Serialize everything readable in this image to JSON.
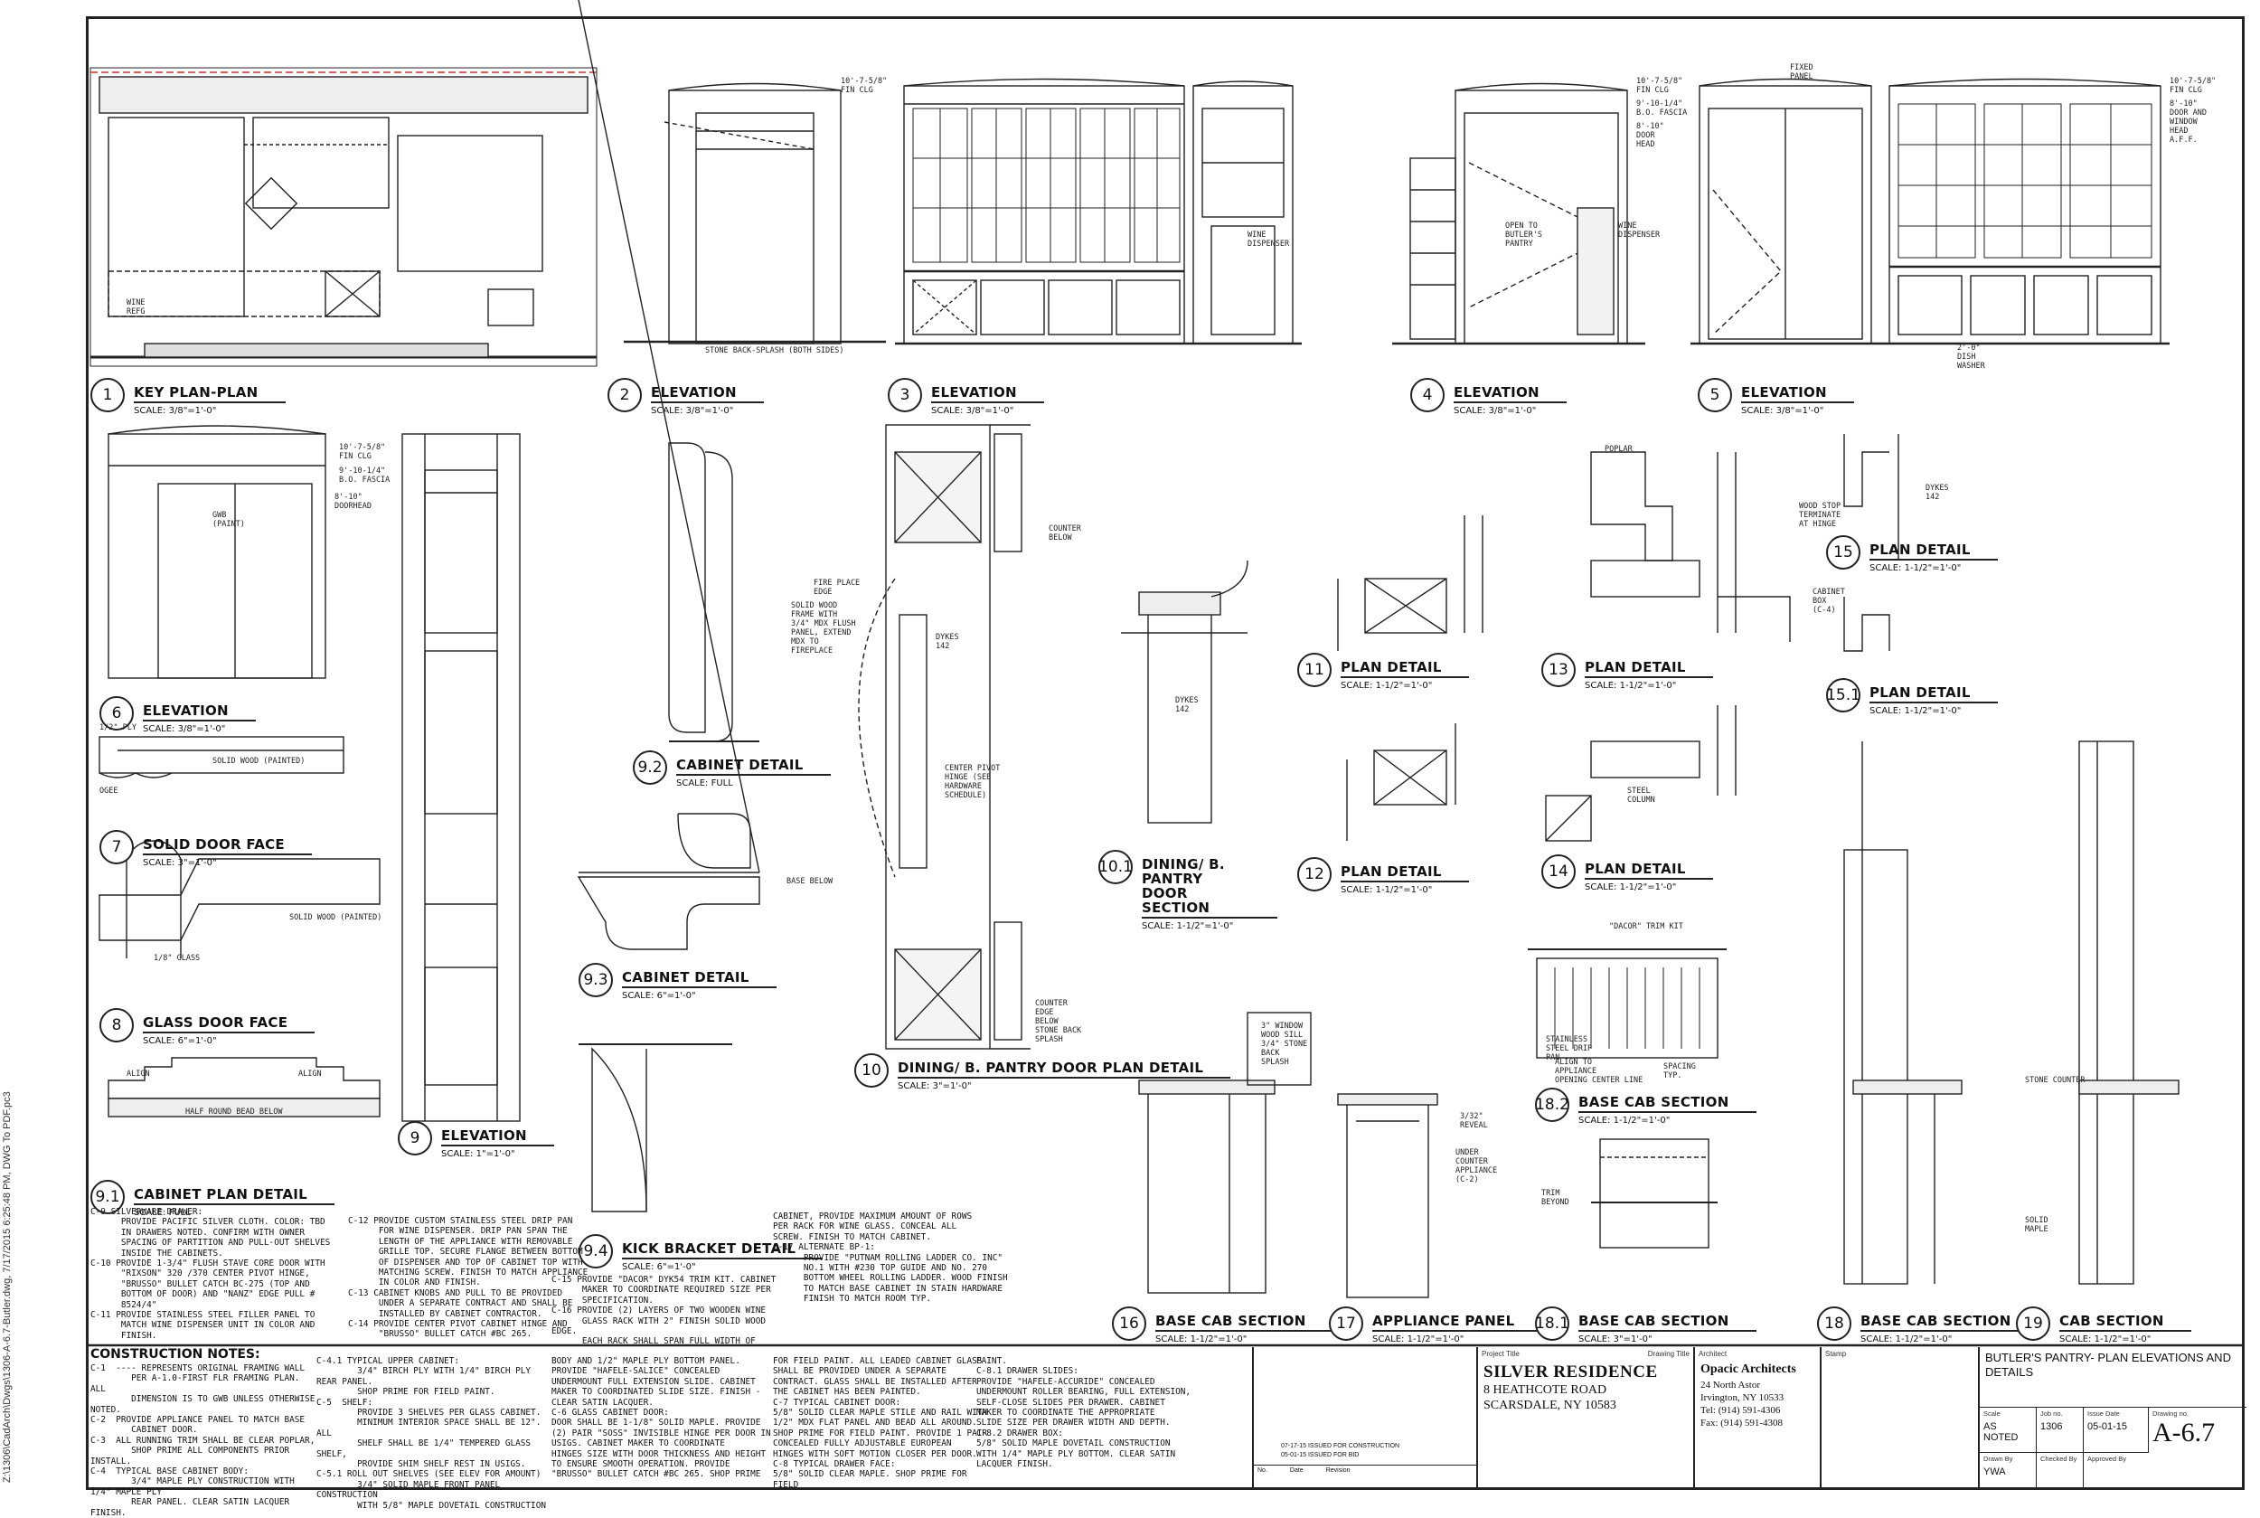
{
  "side_path": "Z:\\1306\\CadArch\\Dwgs\\1306-A-6.7-Butler.dwg, 7/17/2015 6:25:48 PM, DWG To PDF.pc3",
  "details": [
    {
      "num": "1",
      "title": "KEY PLAN-PLAN",
      "scale": "SCALE: 3/8\"=1'-0\""
    },
    {
      "num": "2",
      "title": "ELEVATION",
      "scale": "SCALE: 3/8\"=1'-0\""
    },
    {
      "num": "3",
      "title": "ELEVATION",
      "scale": "SCALE: 3/8\"=1'-0\""
    },
    {
      "num": "4",
      "title": "ELEVATION",
      "scale": "SCALE: 3/8\"=1'-0\""
    },
    {
      "num": "5",
      "title": "ELEVATION",
      "scale": "SCALE: 3/8\"=1'-0\""
    },
    {
      "num": "6",
      "title": "ELEVATION",
      "scale": "SCALE: 3/8\"=1'-0\""
    },
    {
      "num": "7",
      "title": "SOLID DOOR FACE",
      "scale": "SCALE: 3\"=1'-0\""
    },
    {
      "num": "8",
      "title": "GLASS DOOR FACE",
      "scale": "SCALE: 6\"=1'-0\""
    },
    {
      "num": "9.1",
      "title": "CABINET PLAN DETAIL",
      "scale": "SCALE: FULL"
    },
    {
      "num": "9",
      "title": "ELEVATION",
      "scale": "SCALE: 1\"=1'-0\""
    },
    {
      "num": "9.2",
      "title": "CABINET DETAIL",
      "scale": "SCALE: FULL"
    },
    {
      "num": "9.3",
      "title": "CABINET DETAIL",
      "scale": "SCALE: 6\"=1'-0\""
    },
    {
      "num": "9.4",
      "title": "KICK BRACKET DETAIL",
      "scale": "SCALE: 6\"=1'-0\""
    },
    {
      "num": "10",
      "title": "DINING/ B. PANTRY DOOR PLAN DETAIL",
      "scale": "SCALE: 3\"=1'-0\""
    },
    {
      "num": "10.1",
      "title": "DINING/ B. PANTRY DOOR SECTION",
      "scale": "SCALE: 1-1/2\"=1'-0\""
    },
    {
      "num": "11",
      "title": "PLAN DETAIL",
      "scale": "SCALE: 1-1/2\"=1'-0\""
    },
    {
      "num": "12",
      "title": "PLAN DETAIL",
      "scale": "SCALE: 1-1/2\"=1'-0\""
    },
    {
      "num": "13",
      "title": "PLAN DETAIL",
      "scale": "SCALE: 1-1/2\"=1'-0\""
    },
    {
      "num": "14",
      "title": "PLAN DETAIL",
      "scale": "SCALE: 1-1/2\"=1'-0\""
    },
    {
      "num": "15",
      "title": "PLAN DETAIL",
      "scale": "SCALE: 1-1/2\"=1'-0\""
    },
    {
      "num": "15.1",
      "title": "PLAN DETAIL",
      "scale": "SCALE: 1-1/2\"=1'-0\""
    },
    {
      "num": "16",
      "title": "BASE CAB SECTION",
      "scale": "SCALE: 1-1/2\"=1'-0\""
    },
    {
      "num": "17",
      "title": "APPLIANCE PANEL",
      "scale": "SCALE: 1-1/2\"=1'-0\""
    },
    {
      "num": "18.2",
      "title": "BASE CAB SECTION",
      "scale": "SCALE: 1-1/2\"=1'-0\""
    },
    {
      "num": "18.1",
      "title": "BASE CAB SECTION",
      "scale": "SCALE: 3\"=1'-0\""
    },
    {
      "num": "18",
      "title": "BASE CAB SECTION",
      "scale": "SCALE: 1-1/2\"=1'-0\""
    },
    {
      "num": "19",
      "title": "CAB SECTION",
      "scale": "SCALE: 1-1/2\"=1'-0\""
    }
  ],
  "annotations": {
    "fin_clg": "10'-7-5/8\"\nFIN CLG",
    "bo_fascia": "9'-10-1/4\"\nB.O. FASCIA",
    "door_head": "8'-10\"\nDOOR\nHEAD",
    "stone_splash": "STONE BACK-SPLASH (BOTH SIDES)",
    "wine_disp": "WINE\nDISPENSER",
    "open_to": "OPEN TO\nBUTLER'S\nPANTRY",
    "fixed_panel": "FIXED\nPANEL",
    "door_window": "8'-10\"\nDOOR AND\nWINDOW\nHEAD\nA.F.F.",
    "gwb_paint": "GWB\n(PAINT)",
    "doorhead": "8'-10\"\nDOORHEAD",
    "solid_wood_painted": "SOLID WOOD (PAINTED)",
    "half_ply": "1/2\" PLY",
    "ogee": "OGEE",
    "half_round": "HALF ROUND BEAD BELOW",
    "align": "ALIGN",
    "glass": "1/8\" GLASS",
    "fire_place": "FIRE PLACE\nEDGE",
    "solid_wood_frame": "SOLID WOOD\nFRAME WITH\n3/4\" MDX FLUSH\nPANEL, EXTEND\nMDX TO\nFIREPLACE",
    "center_pivot": "CENTER PIVOT\nHINGE (SEE\nHARDWARE\nSCHEDULE)",
    "base_below": "BASE BELOW",
    "counter_below": "COUNTER\nBELOW",
    "counter_edge": "COUNTER\nEDGE\nBELOW",
    "stone_back_splash": "STONE BACK\nSPLASH",
    "dykes": "DYKES\n142",
    "poplar": "POPLAR",
    "steel_column": "STEEL\nCOLUMN",
    "wood_stop": "WOOD STOP\nTERMINATE\nAT HINGE",
    "cabinet_box": "CABINET\nBOX\n(C-4)",
    "dacor_trim": "\"DACOR\" TRIM KIT",
    "drip_pan": "STAINLESS\nSTEEL DRIP\nPAN",
    "align_appliance": "ALIGN TO\nAPPLIANCE\nOPENING CENTER LINE",
    "spacing": "SPACING\nTYP.",
    "stone_counter": "STONE COUNTER",
    "solid_maple": "SOLID\nMAPLE",
    "trim_beyond": "TRIM\nBEYOND",
    "window_sill": "3\" WINDOW\nWOOD SILL\n3/4\" STONE\nBACK\nSPLASH",
    "reveal": "3/32\"\nREVEAL",
    "under_counter": "UNDER\nCOUNTER\nAPPLIANCE\n(C-2)",
    "dish_washer": "2'-0\"\nDISH\nWASHER",
    "wine_refg": "WINE\nREFG"
  },
  "notes_title": "CONSTRUCTION NOTES:",
  "notes_col1": "C-1  ---- REPRESENTS ORIGINAL FRAMING WALL\n        PER A-1.0-FIRST FLR FRAMING PLAN. ALL\n        DIMENSION IS TO GWB UNLESS OTHERWISE NOTED.\nC-2  PROVIDE APPLIANCE PANEL TO MATCH BASE\n        CABINET DOOR.\nC-3  ALL RUNNING TRIM SHALL BE CLEAR POPLAR,\n        SHOP PRIME ALL COMPONENTS PRIOR INSTALL.\nC-4  TYPICAL BASE CABINET BODY:\n        3/4\" MAPLE PLY CONSTRUCTION WITH 1/4\" MAPLE PLY\n        REAR PANEL. CLEAR SATIN LACQUER FINISH.",
  "notes_col2": "C-4.1 TYPICAL UPPER CABINET:\n        3/4\" BIRCH PLY WITH 1/4\" BIRCH PLY REAR PANEL.\n        SHOP PRIME FOR FIELD PAINT.\nC-5  SHELF:\n        PROVIDE 3 SHELVES PER GLASS CABINET.\n        MINIMUM INTERIOR SPACE SHALL BE 12\". ALL\n        SHELF SHALL BE 1/4\" TEMPERED GLASS SHELF,\n        PROVIDE SHIM SHELF REST IN USIGS.\nC-5.1 ROLL OUT SHELVES (SEE ELEV FOR AMOUNT)\n        3/4\" SOLID MAPLE FRONT PANEL CONSTRUCTION\n        WITH 5/8\" MAPLE DOVETAIL CONSTRUCTION",
  "notes_col3": "BODY AND 1/2\" MAPLE PLY BOTTOM PANEL.\nPROVIDE \"HAFELE-SALICE\" CONCEALED\nUNDERMOUNT FULL EXTENSION SLIDE. CABINET\nMAKER TO COORDINATED SLIDE SIZE. FINISH -\nCLEAR SATIN LACQUER.\nC-6 GLASS CABINET DOOR:\nDOOR SHALL BE 1-1/8\" SOLID MAPLE. PROVIDE\n(2) PAIR \"SOSS\" INVISIBLE HINGE PER DOOR IN\nUSIGS. CABINET MAKER TO COORDINATE\nHINGES SIZE WITH DOOR THICKNESS AND HEIGHT\nTO ENSURE SMOOTH OPERATION. PROVIDE\n\"BRUSSO\" BULLET CATCH #BC 265. SHOP PRIME",
  "notes_col4": "FOR FIELD PAINT. ALL LEADED CABINET GLASS\nSHALL BE PROVIDED UNDER A SEPARATE\nCONTRACT. GLASS SHALL BE INSTALLED AFTER\nTHE CABINET HAS BEEN PAINTED.\nC-7 TYPICAL CABINET DOOR:\n5/8\" SOLID CLEAR MAPLE STILE AND RAIL WITH\n1/2\" MDX FLAT PANEL AND BEAD ALL AROUND.\nSHOP PRIME FOR FIELD PAINT. PROVIDE 1 PAIR\nCONCEALED FULLY ADJUSTABLE EUROPEAN\nHINGES WITH SOFT MOTION CLOSER PER DOOR.\nC-8 TYPICAL DRAWER FACE:\n5/8\" SOLID CLEAR MAPLE. SHOP PRIME FOR FIELD",
  "notes_col5": "PAINT.\nC-8.1 DRAWER SLIDES:\nPROVIDE \"HAFELE-ACCURIDE\" CONCEALED\nUNDERMOUNT ROLLER BEARING, FULL EXTENSION,\nSELF-CLOSE SLIDES PER DRAWER. CABINET\nMAKER TO COORDINATE THE APPROPRIATE\nSLIDE SIZE PER DRAWER WIDTH AND DEPTH.\nC-8.2 DRAWER BOX:\n5/8\" SOLID MAPLE DOVETAIL CONSTRUCTION\nWITH 1/4\" MAPLE PLY BOTTOM. CLEAR SATIN\nLACQUER FINISH.",
  "notes_mid1": "C-9 SILVERWARE DRAWER:\n      PROVIDE PACIFIC SILVER CLOTH. COLOR: TBD\n      IN DRAWERS NOTED. CONFIRM WITH OWNER\n      SPACING OF PARTITION AND PULL-OUT SHELVES\n      INSIDE THE CABINETS.\nC-10 PROVIDE 1-3/4\" FLUSH STAVE CORE DOOR WITH\n      \"RIXSON\" 320 /370 CENTER PIVOT HINGE,\n      \"BRUSSO\" BULLET CATCH BC-275 (TOP AND\n      BOTTOM OF DOOR) AND \"NANZ\" EDGE PULL #\n      8524/4\"\nC-11 PROVIDE STAINLESS STEEL FILLER PANEL TO\n      MATCH WINE DISPENSER UNIT IN COLOR AND\n      FINISH.",
  "notes_mid2": "C-12 PROVIDE CUSTOM STAINLESS STEEL DRIP PAN\n      FOR WINE DISPENSER. DRIP PAN SPAN THE\n      LENGTH OF THE APPLIANCE WITH REMOVABLE\n      GRILLE TOP. SECURE FLANGE BETWEEN BOTTOM\n      OF DISPENSER AND TOP OF CABINET TOP WITH\n      MATCHING SCREW. FINISH TO MATCH APPLIANCE\n      IN COLOR AND FINISH.\nC-13 CABINET KNOBS AND PULL TO BE PROVIDED\n      UNDER A SEPARATE CONTRACT AND SHALL BE\n      INSTALLED BY CABINET CONTRACTOR.\nC-14 PROVIDE CENTER PIVOT CABINET HINGE AND\n      \"BRUSSO\" BULLET CATCH #BC 265.",
  "notes_mid3": "C-15 PROVIDE \"DACOR\" DYK54 TRIM KIT. CABINET\n      MAKER TO COORDINATE REQUIRED SIZE PER\n      SPECIFICATION.\nC-16 PROVIDE (2) LAYERS OF TWO WOODEN WINE\n      GLASS RACK WITH 2\" FINISH SOLID WOOD EDGE.\n      EACH RACK SHALL SPAN FULL WIDTH OF",
  "notes_mid4": "CABINET, PROVIDE MAXIMUM AMOUNT OF ROWS\nPER RACK FOR WINE GLASS. CONCEAL ALL\nSCREW. FINISH TO MATCH CABINET.\nC-17 ALTERNATE BP-1:\n      PROVIDE \"PUTNAM ROLLING LADDER CO. INC\"\n      NO.1 WITH #230 TOP GUIDE AND NO. 270\n      BOTTOM WHEEL ROLLING LADDER. WOOD FINISH\n      TO MATCH BASE CABINET IN STAIN HARDWARE\n      FINISH TO MATCH ROOM TYP.",
  "title_block": {
    "revisions": [
      "07-17-15   ISSUED FOR CONSTRUCTION",
      "05-01-15   ISSUED FOR BID"
    ],
    "rev_headers": [
      "No.",
      "Date",
      "Revision"
    ],
    "project_title_cap": "Project Title",
    "drawing_title_cap": "Drawing Title",
    "project_name": "SILVER RESIDENCE",
    "project_addr1": "8 HEATHCOTE ROAD",
    "project_addr2": "SCARSDALE, NY 10583",
    "architect_cap": "Architect",
    "architect_name": "Opacic Architects",
    "architect_addr1": "24 North Astor",
    "architect_addr2": "Irvington, NY 10533",
    "architect_tel": "Tel: (914) 591-4306",
    "architect_fax": "Fax: (914) 591-4308",
    "stamp_cap": "Stamp",
    "sheet_title": "BUTLER'S PANTRY- PLAN ELEVATIONS AND DETAILS",
    "scale_cap": "Scale",
    "scale_val": "AS NOTED",
    "job_cap": "Job no.",
    "job_val": "1306",
    "issue_cap": "Issue Date",
    "issue_val": "05-01-15",
    "drawing_no_cap": "Drawing no.",
    "drawing_no": "A-6.7",
    "drawn_cap": "Drawn By",
    "drawn_val": "YWA",
    "checked_cap": "Checked By",
    "approved_cap": "Approved By"
  }
}
